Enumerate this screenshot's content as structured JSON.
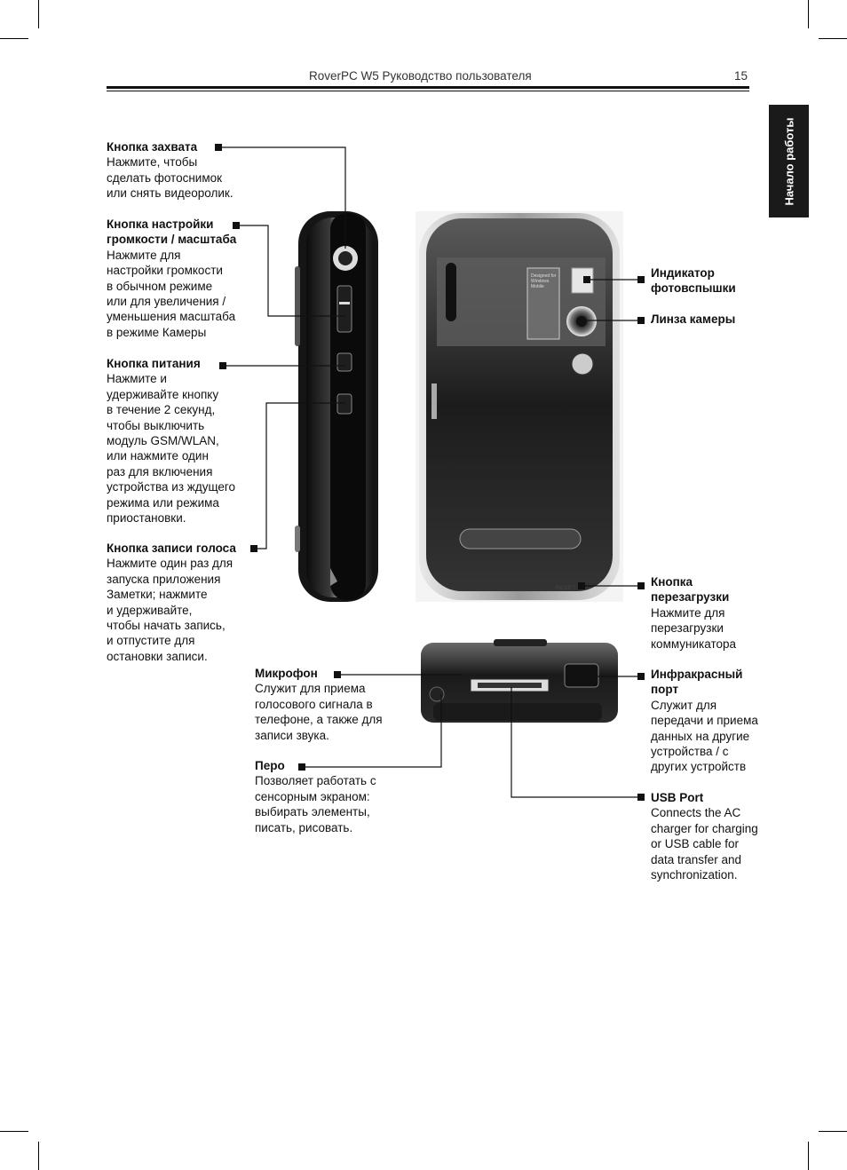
{
  "header": {
    "title": "RoverPC W5 Руководство пользователя",
    "page_number": "15"
  },
  "side_tab": "Начало работы",
  "left_callouts": [
    {
      "title": "Кнопка захвата",
      "desc": "Нажмите, чтобы\nсделать фотоснимок\nили снять видеоролик."
    },
    {
      "title": "Кнопка настройки\nгромкости / масштаба",
      "desc": "Нажмите для\nнастройки громкости\nв обычном режиме\nили для увеличения /\nуменьшения масштаба\nв режиме Камеры"
    },
    {
      "title": "Кнопка питания",
      "desc": "Нажмите и\nудерживайте кнопку\nв течение 2 секунд,\nчтобы выключить\nмодуль GSM/WLAN,\nили нажмите один\nраз для включения\nустройства из ждущего\nрежима или режима\nприостановки."
    },
    {
      "title": "Кнопка записи голоса",
      "desc": "Нажмите один раз для\nзапуска приложения\nЗаметки; нажмите\nи удерживайте,\nчтобы начать запись,\nи отпустите для\nостановки записи."
    }
  ],
  "middle_callouts": [
    {
      "title": "Микрофон",
      "desc": "Служит для приема\nголосового сигнала в\nтелефоне, а также для\nзаписи звука."
    },
    {
      "title": "Перо",
      "desc": "Позволяет работать с\nсенсорным экраном:\nвыбирать элементы,\nписать, рисовать."
    }
  ],
  "right_callouts": [
    {
      "title": "Индикатор\nфотовспышки",
      "desc": ""
    },
    {
      "title": "Линза камеры",
      "desc": ""
    },
    {
      "title": "Кнопка\nперезагрузки",
      "desc": "Нажмите для\nперезагрузки\nкоммуникатора"
    },
    {
      "title": "Инфракрасный\nпорт",
      "desc": "Служит для\nпередачи и приема\nданных на другие\nустройства / с\nдругих устройств"
    },
    {
      "title": "USB Port",
      "desc": "Connects the AC\ncharger for charging\nor USB cable for\ndata transfer and\nsynchronization."
    }
  ],
  "device_labels": {
    "windows_badge": "Designed for\nWindows\nMobile",
    "reset_label": "RESET"
  }
}
